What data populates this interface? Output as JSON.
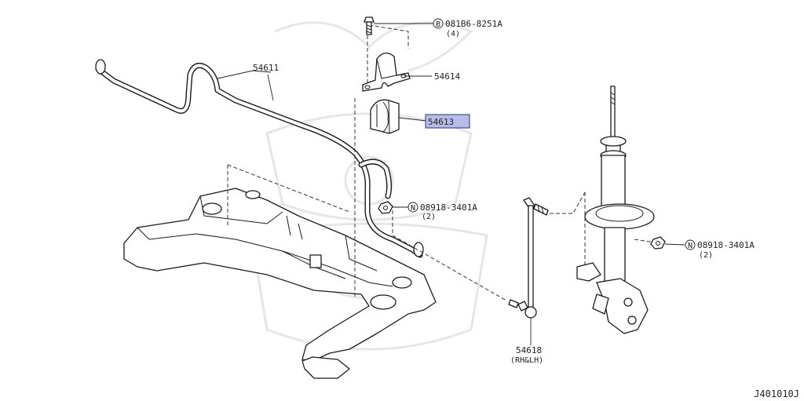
{
  "callouts": {
    "bolt_ref": "081B6-8251A",
    "bolt_qty": "(4)",
    "bolt_prefix": "B",
    "stabilizer_bar": "54611",
    "clamp": "54614",
    "bushing": "54613",
    "nut_left_ref": "08918-3401A",
    "nut_left_qty": "(2)",
    "nut_left_prefix": "N",
    "nut_right_ref": "08918-3401A",
    "nut_right_qty": "(2)",
    "nut_right_prefix": "N",
    "link": "54618",
    "link_side": "(RH&LH)"
  },
  "diagram_id": "J401010J",
  "colors": {
    "line": "#1a1a1a",
    "highlight_fill": "#b8bde8",
    "highlight_stroke": "#2a2f80",
    "watermark": "#e6e6e6"
  }
}
